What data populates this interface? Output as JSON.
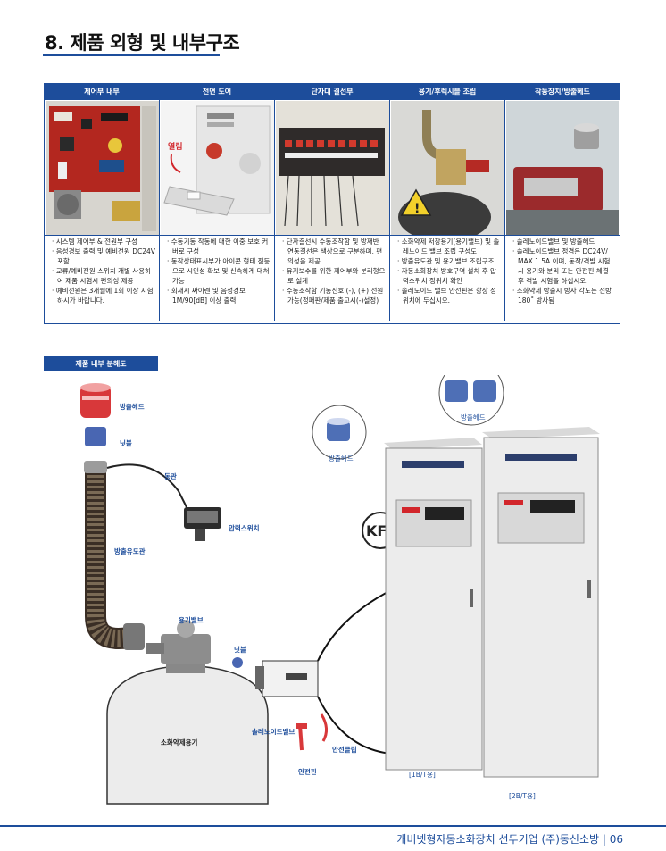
{
  "page": {
    "title": "8. 제품 외형 및 내부구조",
    "footer": "캐비넷형자동소화장치 선두기업 (주)동신소방 | 06"
  },
  "table": {
    "columns": [
      {
        "header": "제어부 내부",
        "bullets": [
          "· 시스템 제어부 & 전원부 구성",
          "· 음성경보 출력 및 예비전원 DC24V 포함",
          "· 교류/예비전원 스위치 개별 사용하여 제품 시험시 편의성 제공",
          "· 예비전원은 3개월에 1회 이상 시험하시가 바랍니다."
        ]
      },
      {
        "header": "전면 도어",
        "photo_label": "열림",
        "bullets": [
          "· 수동기동 작동에 대한 이중 보호 커버로 구성",
          "· 동작상태표시부가 아이콘 형태 점등으로 시인성 확보 및 신속하게 대처 가능",
          "· 회재시 싸이렌 및 음성경보 1M/90[dB] 이상 출력"
        ]
      },
      {
        "header": "단자대 결선부",
        "bullets": [
          "· 단자결선시 수동조작함 및 방재반 연동결선은 색상으로 구분하며, 편의성을 제공",
          "· 유지보수를 위한 제어부와 분리형으로 설계",
          "· 수동조작함 기동신호 (-), (+) 전원가능(정패판/제품 출고시(-)설정)"
        ]
      },
      {
        "header": "용기/후렉시블 조립",
        "bullets": [
          "· 소화약제 저장용기(용기밸브) 및 솔레노이드 밸브 조립 구성도",
          "· 방출유도관 및 용기밸브 조립구조",
          "· 자동소화장치 방호구역 설치 후 압력스위치 정위치 확인",
          "· 솔레노이드 밸브 안전핀은 항상 정위치에 두십시오."
        ]
      },
      {
        "header": "작동장치/방출헤드",
        "bullets": [
          "· 솔레노이드밸브 및 방출헤드",
          "· 솔레노이드밸브 정격은 DC24V/ MAX 1.5A 이며, 동작/격발 시험시 용기와 분리 또는 안전핀 체결 후 격발 시험을 하십시오.",
          "· 소화약제 방출시 방사 각도는 전방 180˚ 방사됨"
        ]
      }
    ]
  },
  "exploded": {
    "section_tag": "제품 내부 분해도",
    "labels": {
      "head": "방출헤드",
      "nipple1": "닛블",
      "tube": "동관",
      "pressure_switch": "압력스위치",
      "hose": "방출유도관",
      "valve": "용기밸브",
      "nipple2": "닛블",
      "solenoid": "솔레노이드밸브",
      "tank": "소화약제용기",
      "pin": "안전핀",
      "ring": "안전클립",
      "cab1_head": "방출헤드",
      "cab2_head": "방출헤드",
      "cab1": "[1B/T용]",
      "cab2": "[2B/T용]",
      "kfi": "KFI"
    }
  },
  "colors": {
    "accent": "#1d4d9b"
  }
}
